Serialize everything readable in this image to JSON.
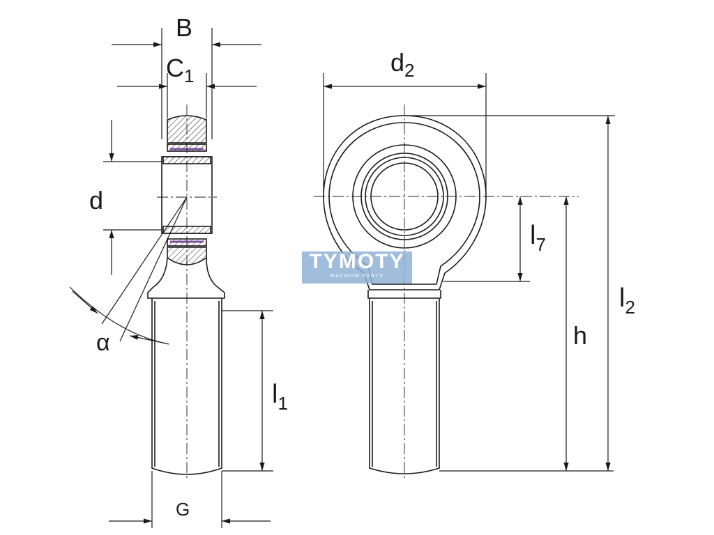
{
  "labels": {
    "B": "B",
    "C1_main": "C",
    "C1_sub": "1",
    "d": "d",
    "alpha": "α",
    "G": "G",
    "l1_main": "l",
    "l1_sub": "1",
    "d2_main": "d",
    "d2_sub": "2",
    "l7_main": "l",
    "l7_sub": "7",
    "h": "h",
    "l2_main": "l",
    "l2_sub": "2"
  },
  "watermark": {
    "title": "TYMOTY",
    "subtitle": "MACHINE PARTS"
  },
  "colors": {
    "line": "#1a1a1a",
    "liner": "#7a4fa0",
    "watermark": "#8fb2d6"
  }
}
